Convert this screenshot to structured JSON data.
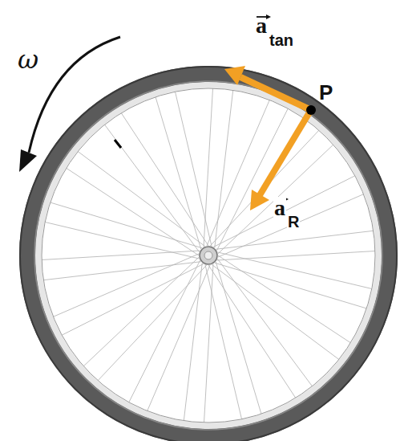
{
  "diagram": {
    "labels": [
      "ω",
      "a",
      "tan",
      "P",
      "a",
      "R"
    ]
  }
}
